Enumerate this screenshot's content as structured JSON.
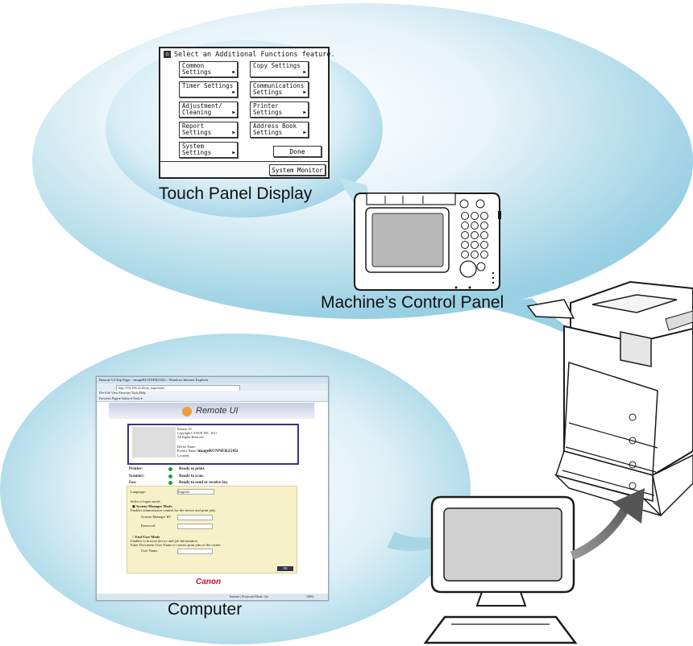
{
  "labels": {
    "touch_panel_display": "Touch Panel Display",
    "machines_control_panel": "Machine’s Control Panel",
    "computer": "Computer"
  },
  "touch_panel": {
    "heading": "Select an Additional Functions feature.",
    "buttons": [
      "Common Settings",
      "Copy Settings",
      "Timer Settings",
      "Communications\nSettings",
      "Adjustment/\nCleaning",
      "Printer Settings",
      "Report Settings",
      "Address Book\nSettings",
      "System Settings"
    ],
    "done": "Done",
    "system_monitor": "System Monitor"
  },
  "browser": {
    "title": "Remote UI:Top Page: - imageRUNNER2545i - Windows Internet Explorer",
    "address": "http://192.168.22.26/rui_login.html",
    "menu": "File   Edit   View   Favorites   Tools   Help",
    "favorites": "Favorites        Page ▾   Safety ▾   Tools ▾",
    "banner": "Remote UI",
    "card_lines": [
      "Remote UI",
      "Copyright CANON INC. 2011",
      "All Rights Reserved"
    ],
    "device_name_label": "Device Name:",
    "product_name_label": "Product Name:",
    "product_name": "imageRUNNER2545i",
    "location_label": "Location:",
    "status": [
      {
        "label": "Printer:",
        "value": "Ready to print."
      },
      {
        "label": "Scanner:",
        "value": "Ready to scan."
      },
      {
        "label": "Fax:",
        "value": "Ready to send or receive fax."
      }
    ],
    "language_label": "Language:",
    "language_value": "English",
    "logon_prompt": "Select a logon mode.",
    "system_manager_mode": "System Manager Mode",
    "system_manager_desc": "Enables administrator control for the device and print jobs.",
    "system_manager_id_label": "System Manager ID:",
    "password_label": "Password:",
    "end_user_mode": "End-User Mode",
    "end_user_desc1": "Enables to browse device and job information.",
    "end_user_desc2": "Enter Document User Name to control print jobs of the owner.",
    "user_name_label": "User Name:",
    "ok": "OK",
    "canon": "Canon",
    "statusbar": "Internet | Protected Mode: On",
    "zoom": "100%"
  },
  "colors": {
    "bubble_light": "#ddeef6",
    "bubble_mid": "#9bd1e6",
    "arrow": "#6b6b6b",
    "outline": "#1a1a1a",
    "canon_red": "#c8102e",
    "form_bg": "#f6f1c8"
  }
}
